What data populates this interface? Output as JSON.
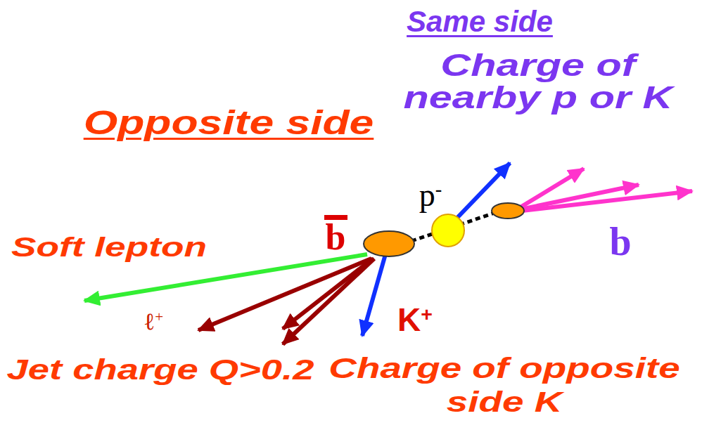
{
  "diagram": {
    "labels": [
      "Same side",
      "Charge of nearby p or K",
      "Opposite side",
      "p-",
      "b",
      "b",
      "Soft lepton",
      "ℓ+",
      "K+",
      "Jet charge Q>0.2",
      "Charge of opposite side K"
    ]
  }
}
